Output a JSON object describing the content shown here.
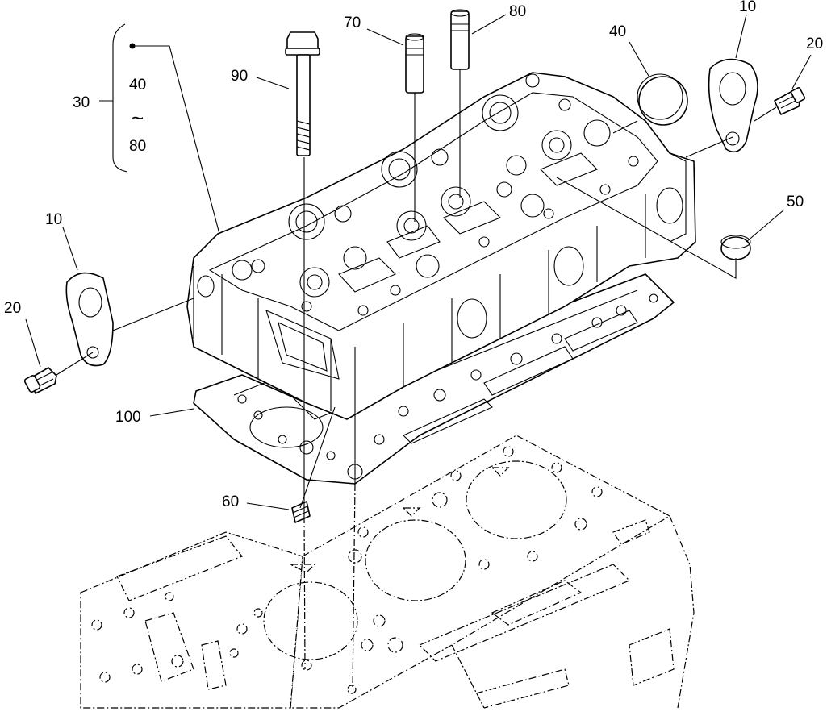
{
  "labels": {
    "p10_right": "10",
    "p10_left": "10",
    "p20_right": "20",
    "p20_left": "20",
    "p30": "30",
    "p40_group": "40",
    "p40": "40",
    "p50": "50",
    "p60": "60",
    "p70": "70",
    "p80_group": "80",
    "p80": "80",
    "p90": "90",
    "p100": "100",
    "range_symbol": "~"
  }
}
